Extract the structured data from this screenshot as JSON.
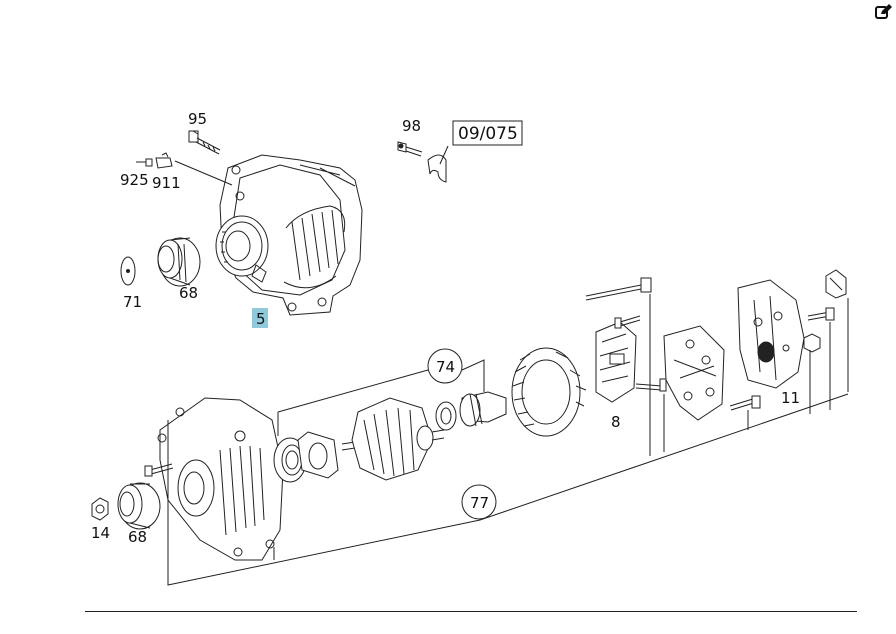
{
  "toolbar": {
    "edit_icon": "edit-icon"
  },
  "diagram": {
    "labels": {
      "p95": "95",
      "p925": "925",
      "p911": "911",
      "p71": "71",
      "p68_top": "68",
      "p5": "5",
      "p98": "98",
      "ref": "09/075",
      "p74": "74",
      "p8": "8",
      "p11": "11",
      "p77": "77",
      "p14": "14",
      "p68_bottom": "68"
    },
    "highlight_color": "#8fc9db"
  }
}
